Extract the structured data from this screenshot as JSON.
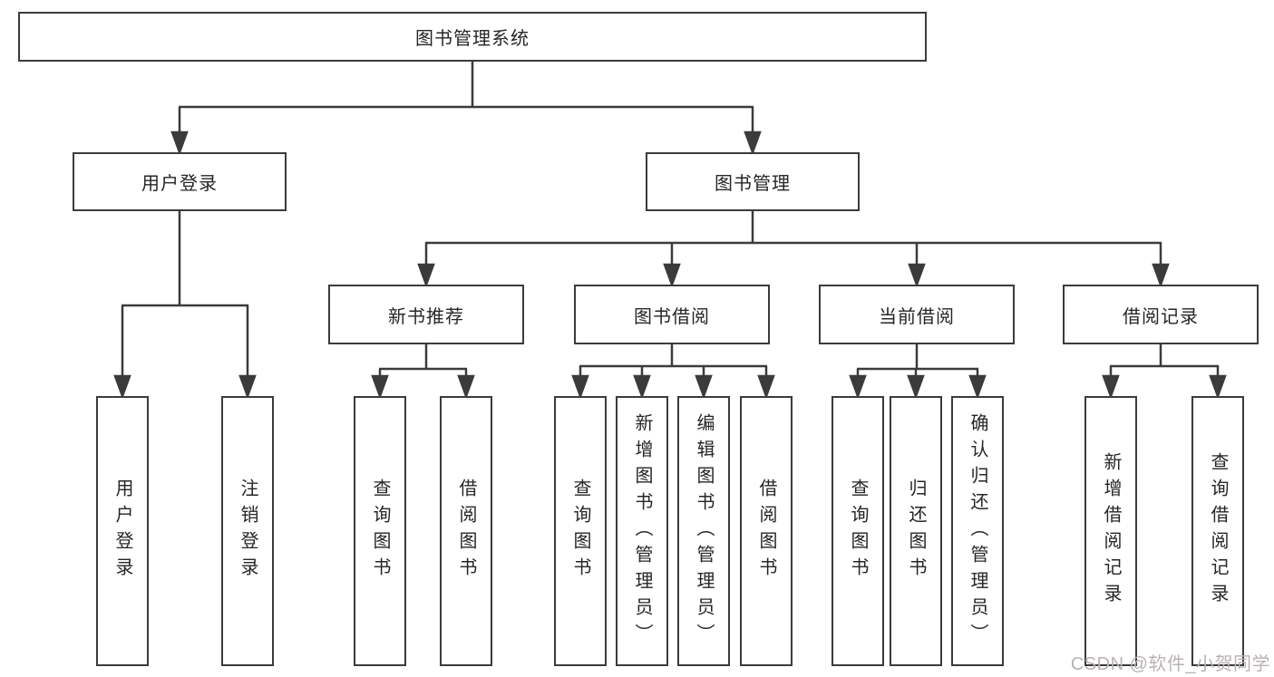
{
  "diagram_type": "hierarchy-tree",
  "tree": {
    "label": "图书管理系统",
    "children": [
      {
        "label": "用户登录",
        "children": [
          {
            "label": "用户登录"
          },
          {
            "label": "注销登录"
          }
        ]
      },
      {
        "label": "图书管理",
        "children": [
          {
            "label": "新书推荐",
            "children": [
              {
                "label": "查询图书"
              },
              {
                "label": "借阅图书"
              }
            ]
          },
          {
            "label": "图书借阅",
            "children": [
              {
                "label": "查询图书"
              },
              {
                "label": "新增图书（管理员）"
              },
              {
                "label": "编辑图书（管理员）"
              },
              {
                "label": "借阅图书"
              }
            ]
          },
          {
            "label": "当前借阅",
            "children": [
              {
                "label": "查询图书"
              },
              {
                "label": "归还图书"
              },
              {
                "label": "确认归还（管理员）"
              }
            ]
          },
          {
            "label": "借阅记录",
            "children": [
              {
                "label": "新增借阅记录"
              },
              {
                "label": "查询借阅记录"
              }
            ]
          }
        ]
      }
    ]
  },
  "watermark": {
    "text": "CSDN @软件_小贺同学"
  },
  "colors": {
    "line": "#3b3b3b",
    "box_border": "#3b3b3b",
    "box_fill": "#ffffff",
    "text": "#262626",
    "watermark": "#b9b2b4",
    "background": "#ffffff"
  }
}
